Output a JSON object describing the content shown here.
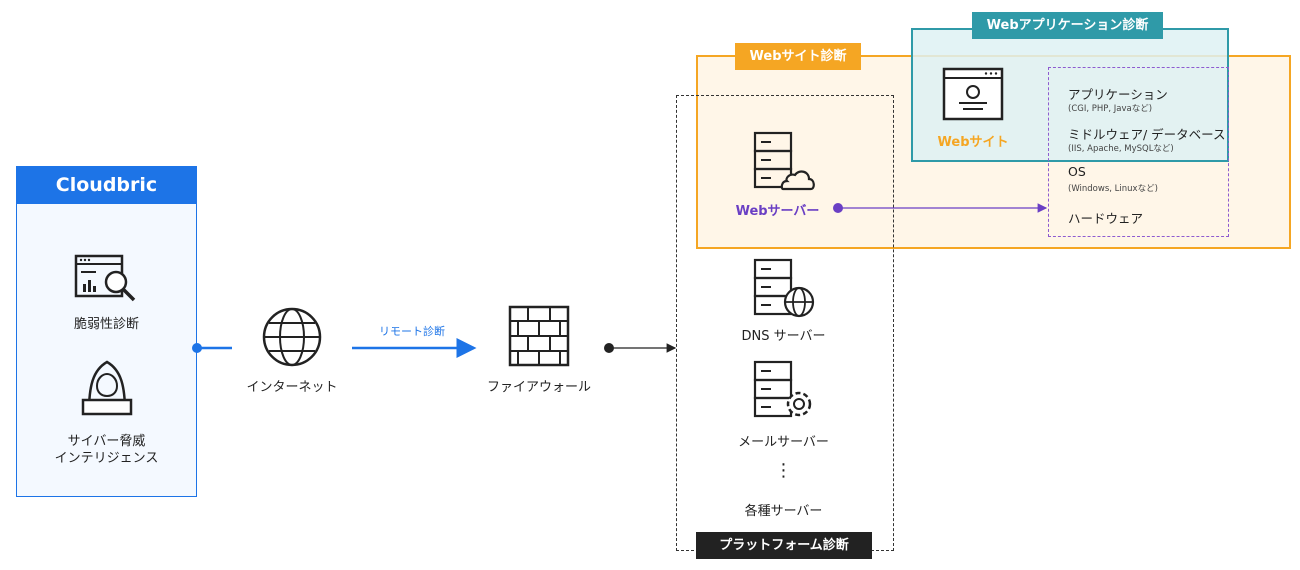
{
  "cloudbric": {
    "brand": "Cloudbric",
    "item1": "脆弱性診断",
    "item2_line1": "サイバー脅威",
    "item2_line2": "インテリジェンス"
  },
  "internet": {
    "label": "インターネット"
  },
  "remote": {
    "label": "リモート診断"
  },
  "firewall": {
    "label": "ファイアウォール"
  },
  "platform": {
    "tag": "プラットフォーム診断",
    "web_server": "Webサーバー",
    "dns_server": "DNS サーバー",
    "mail_server": "メールサーバー",
    "ellipsis": "⋮",
    "other_servers": "各種サーバー"
  },
  "website_diag": {
    "tag": "Webサイト診断"
  },
  "webapp_diag": {
    "tag": "Webアプリケーション診断",
    "website_label": "Webサイト"
  },
  "layers": [
    {
      "title": "アプリケーション",
      "sub": "(CGI, PHP, Javaなど)"
    },
    {
      "title": "ミドルウェア/ データベース",
      "sub": "(IIS, Apache, MySQLなど)"
    },
    {
      "title": "OS",
      "sub": "(Windows, Linuxなど)"
    },
    {
      "title": "ハードウェア",
      "sub": ""
    }
  ],
  "colors": {
    "blue": "#1d74e7",
    "orange": "#f5a623",
    "teal": "#2f9aa8",
    "purple": "#6a3fc4",
    "dark": "#222222"
  }
}
